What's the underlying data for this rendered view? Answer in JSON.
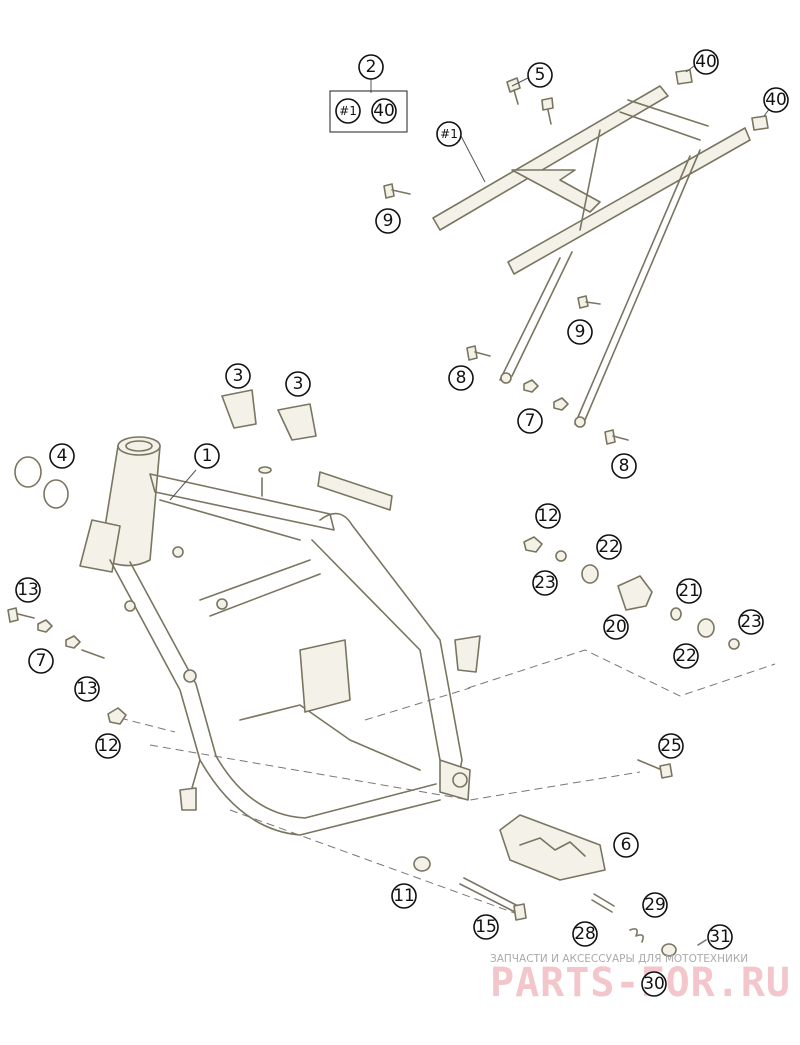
{
  "callouts": [
    {
      "id": "c-2",
      "label": "2"
    },
    {
      "id": "c-2-sub-frame",
      "label": "#1"
    },
    {
      "id": "c-2-sub-40",
      "label": "40"
    },
    {
      "id": "c-5",
      "label": "5"
    },
    {
      "id": "c-40-a",
      "label": "40"
    },
    {
      "id": "c-40-b",
      "label": "40"
    },
    {
      "id": "c-subframe",
      "label": "#1"
    },
    {
      "id": "c-9-a",
      "label": "9"
    },
    {
      "id": "c-9-b",
      "label": "9"
    },
    {
      "id": "c-8-a",
      "label": "8"
    },
    {
      "id": "c-7-a",
      "label": "7"
    },
    {
      "id": "c-8-b",
      "label": "8"
    },
    {
      "id": "c-3-a",
      "label": "3"
    },
    {
      "id": "c-3-b",
      "label": "3"
    },
    {
      "id": "c-4",
      "label": "4"
    },
    {
      "id": "c-1",
      "label": "1"
    },
    {
      "id": "c-12-a",
      "label": "12"
    },
    {
      "id": "c-22-a",
      "label": "22"
    },
    {
      "id": "c-23-a",
      "label": "23"
    },
    {
      "id": "c-21",
      "label": "21"
    },
    {
      "id": "c-23-b",
      "label": "23"
    },
    {
      "id": "c-20",
      "label": "20"
    },
    {
      "id": "c-22-b",
      "label": "22"
    },
    {
      "id": "c-13-a",
      "label": "13"
    },
    {
      "id": "c-7-b",
      "label": "7"
    },
    {
      "id": "c-13-b",
      "label": "13"
    },
    {
      "id": "c-12-b",
      "label": "12"
    },
    {
      "id": "c-25",
      "label": "25"
    },
    {
      "id": "c-6",
      "label": "6"
    },
    {
      "id": "c-11",
      "label": "11"
    },
    {
      "id": "c-15",
      "label": "15"
    },
    {
      "id": "c-29",
      "label": "29"
    },
    {
      "id": "c-28",
      "label": "28"
    },
    {
      "id": "c-31",
      "label": "31"
    },
    {
      "id": "c-30",
      "label": "30"
    }
  ],
  "watermark": {
    "caption": "ЗАПЧАСТИ И АКСЕССУАРЫ ДЛЯ МОТОТЕХНИКИ",
    "brand": "PARTS-FOR.RU"
  },
  "colors": {
    "line_art": "#7a7560",
    "callout_stroke": "#111111",
    "watermark": "#f3c6cc"
  }
}
